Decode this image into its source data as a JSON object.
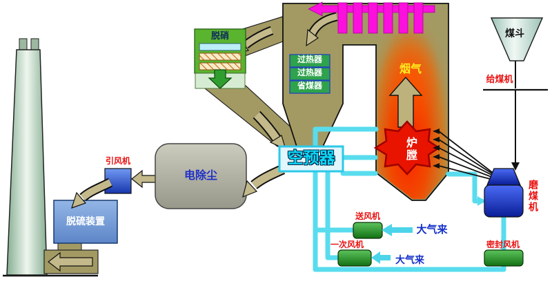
{
  "diagram": {
    "flue_gas_path": {
      "denitration": "脱硝",
      "superheater_1": "过热器",
      "superheater_2": "过热器",
      "economizer": "省煤器",
      "flue_gas": "烟气",
      "furnace": "炉膛",
      "air_preheater": "空预器",
      "esp": "电除尘",
      "id_fan": "引风机",
      "desulfurization": "脱硫装置"
    },
    "coal_path": {
      "coal_hopper": "煤斗",
      "coal_feeder": "给煤机",
      "coal_mill": "磨煤机"
    },
    "air_path": {
      "fd_fan": "送风机",
      "pa_fan": "一次风机",
      "seal_fan": "密封风机",
      "atmosphere_in_1": "大气来",
      "atmosphere_in_2": "大气来"
    },
    "colors": {
      "duct_tan": "#a39a63",
      "arrow_tan": "#c3b98b",
      "pipe_cyan": "#58dcee",
      "superheater_magenta": "#fb10dd",
      "furnace_red": "#ee2200",
      "equipment_green": "#2ea24c",
      "fan_green": "#2f9e33",
      "label_red": "#e81212",
      "label_blue": "#1430c8",
      "preheater_text_cyan": "#0cd8f4"
    }
  }
}
